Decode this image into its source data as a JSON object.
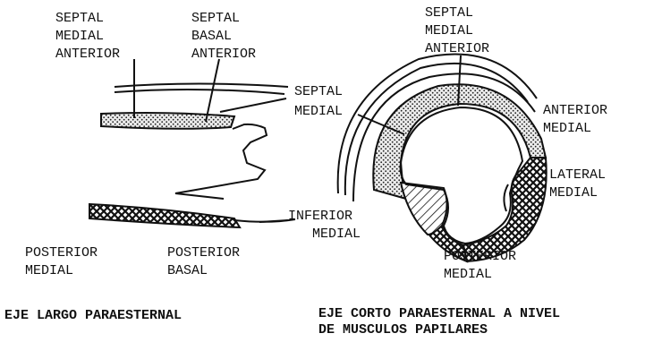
{
  "long_axis_labels": {
    "septal_medial_anterior": [
      "SEPTAL",
      "MEDIAL",
      "ANTERIOR"
    ],
    "septal_basal_anterior": [
      "SEPTAL",
      "BASAL",
      "ANTERIOR"
    ],
    "septal_medial": [
      "SEPTAL",
      "MEDIAL"
    ],
    "inferior_medial": [
      "INFERIOR",
      "MEDIAL"
    ],
    "posterior_medial": [
      "POSTERIOR",
      "MEDIAL"
    ],
    "posterior_basal": [
      "POSTERIOR",
      "BASAL"
    ]
  },
  "short_axis_labels": {
    "septal_medial_anterior": [
      "SEPTAL",
      "MEDIAL",
      "ANTERIOR"
    ],
    "anterior_medial": [
      "ANTERIOR",
      "MEDIAL"
    ],
    "lateral_medial": [
      "LATERAL",
      "MEDIAL"
    ],
    "posterior_medial": [
      "POSTERIOR",
      "MEDIAL"
    ]
  },
  "captions": {
    "long_axis": "EJE LARGO PARAESTERNAL",
    "short_axis_line1": "EJE CORTO PARAESTERNAL A NIVEL",
    "short_axis_line2": "DE MUSCULOS PAPILARES"
  },
  "colors": {
    "ink": "#111111",
    "background": "#ffffff",
    "stipple_fill": "#dcdcdc",
    "crosshatch_fill": "#444444"
  }
}
